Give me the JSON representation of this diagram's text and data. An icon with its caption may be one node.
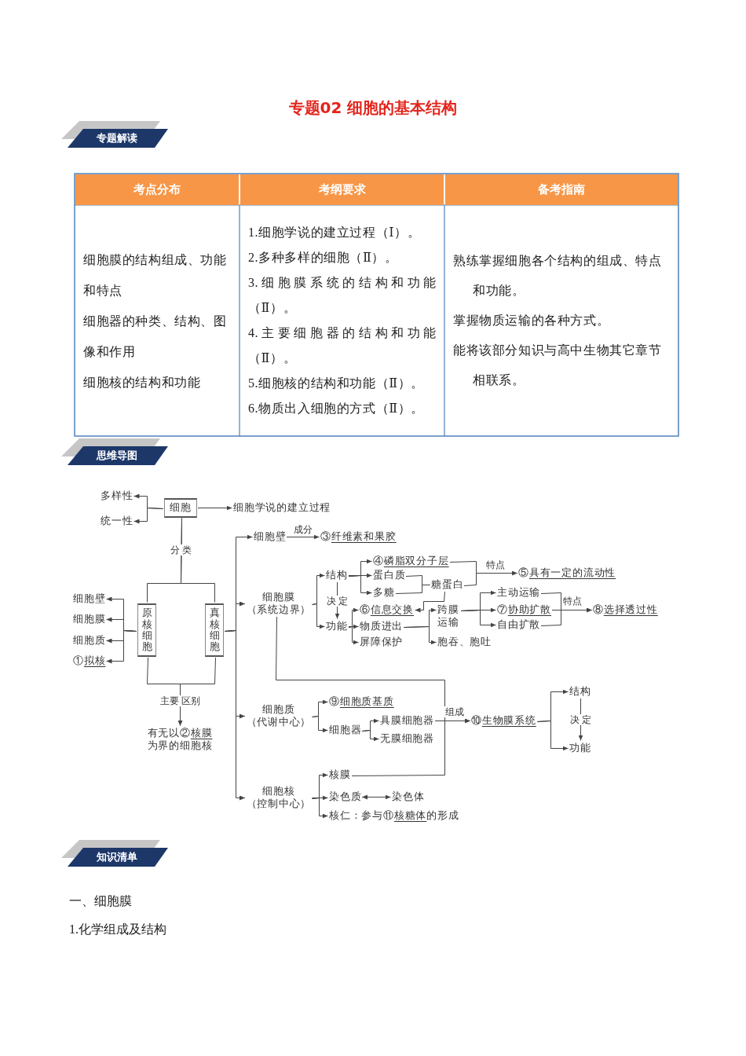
{
  "diagram": {
    "title": "专题02 细胞的基本结构",
    "nodes": [
      {
        "text": [
          "细胞"
        ]
      },
      {
        "text": [
          "多样性"
        ]
      },
      {
        "text": [
          "统一性"
        ]
      },
      {
        "text": [
          "细胞学说的建立过程"
        ]
      },
      {
        "text": [
          "原核细胞"
        ]
      },
      {
        "text": [
          "真核细胞"
        ]
      },
      {
        "text": [
          "细胞壁"
        ]
      },
      {
        "text": [
          "细胞膜"
        ]
      },
      {
        "text": [
          "细胞质"
        ]
      },
      {
        "text": [
          "①拟核"
        ]
      },
      {
        "text": [
          "有无以②核膜为界的细胞核"
        ]
      },
      {
        "text": [
          "细胞壁"
        ]
      },
      {
        "text": [
          "③纤维素和果胶"
        ]
      },
      {
        "text": [
          "细胞膜",
          "（系统边界）"
        ]
      },
      {
        "text": [
          "结构"
        ]
      },
      {
        "text": [
          "功能"
        ]
      },
      {
        "text": [
          "④磷脂双分子层"
        ]
      },
      {
        "text": [
          "蛋白质"
        ]
      },
      {
        "text": [
          "多糖"
        ]
      },
      {
        "text": [
          "糖蛋白"
        ]
      },
      {
        "text": [
          "⑤具有一定的流动性"
        ]
      },
      {
        "text": [
          "⑥信息交换"
        ]
      },
      {
        "text": [
          "物质进出"
        ]
      },
      {
        "text": [
          "屏障保护"
        ]
      },
      {
        "text": [
          "跨膜运输"
        ]
      },
      {
        "text": [
          "胞吞、胞吐"
        ]
      },
      {
        "text": [
          "主动运输"
        ]
      },
      {
        "text": [
          "⑦协助扩散"
        ]
      },
      {
        "text": [
          "自由扩散"
        ]
      },
      {
        "text": [
          "⑧选择透过性"
        ]
      },
      {
        "text": [
          "细胞质",
          "（代谢中心）"
        ]
      },
      {
        "text": [
          "⑨细胞质基质"
        ]
      },
      {
        "text": [
          "细胞器"
        ]
      },
      {
        "text": [
          "具膜细胞器"
        ]
      },
      {
        "text": [
          "无膜细胞器"
        ]
      },
      {
        "text": [
          "⑩生物膜系统"
        ]
      },
      {
        "text": [
          "结构"
        ]
      },
      {
        "text": [
          "功能"
        ]
      },
      {
        "text": [
          "细胞核",
          "（控制中心）"
        ]
      },
      {
        "text": [
          "核膜"
        ]
      },
      {
        "text": [
          "染色质"
        ]
      },
      {
        "text": [
          "染色体"
        ]
      },
      {
        "text": [
          "核仁：参与⑪核糖体的形成"
        ]
      }
    ],
    "edges": [
      {
        "from": 0,
        "to": 1,
        "arrow": "to"
      },
      {
        "from": 0,
        "to": 2,
        "arrow": "to"
      },
      {
        "from": 0,
        "to": 3,
        "arrow": "to"
      },
      {
        "from": 0,
        "to": 4,
        "arrow": "none",
        "label": "分 类"
      },
      {
        "from": 0,
        "to": 5,
        "arrow": "none"
      },
      {
        "from": 4,
        "to": 6,
        "arrow": "to"
      },
      {
        "from": 4,
        "to": 7,
        "arrow": "to"
      },
      {
        "from": 4,
        "to": 8,
        "arrow": "to"
      },
      {
        "from": 4,
        "to": 9,
        "arrow": "to"
      },
      {
        "from": 4,
        "to": 10,
        "arrow": "to",
        "label": "主要 区别"
      },
      {
        "from": 5,
        "to": 10,
        "arrow": "to"
      },
      {
        "from": 5,
        "to": 11,
        "arrow": "to"
      },
      {
        "from": 5,
        "to": 13,
        "arrow": "to"
      },
      {
        "from": 5,
        "to": 30,
        "arrow": "to"
      },
      {
        "from": 5,
        "to": 38,
        "arrow": "to"
      },
      {
        "from": 11,
        "to": 12,
        "arrow": "to",
        "label": "成分"
      },
      {
        "from": 13,
        "to": 14,
        "arrow": "to"
      },
      {
        "from": 13,
        "to": 15,
        "arrow": "to"
      },
      {
        "from": 14,
        "to": 15,
        "arrow": "to",
        "label": "决 定"
      },
      {
        "from": 14,
        "to": 16,
        "arrow": "to"
      },
      {
        "from": 14,
        "to": 17,
        "arrow": "to"
      },
      {
        "from": 14,
        "to": 18,
        "arrow": "to"
      },
      {
        "from": 17,
        "to": 19,
        "arrow": "none"
      },
      {
        "from": 18,
        "to": 19,
        "arrow": "none"
      },
      {
        "from": 16,
        "to": 20,
        "arrow": "to",
        "label": "特点"
      },
      {
        "from": 19,
        "to": 20,
        "arrow": "to"
      },
      {
        "from": 19,
        "to": 21,
        "arrow": "to"
      },
      {
        "from": 15,
        "to": 21,
        "arrow": "to"
      },
      {
        "from": 15,
        "to": 22,
        "arrow": "to"
      },
      {
        "from": 15,
        "to": 23,
        "arrow": "to"
      },
      {
        "from": 22,
        "to": 24,
        "arrow": "to"
      },
      {
        "from": 22,
        "to": 25,
        "arrow": "to"
      },
      {
        "from": 24,
        "to": 26,
        "arrow": "to"
      },
      {
        "from": 24,
        "to": 27,
        "arrow": "to"
      },
      {
        "from": 24,
        "to": 28,
        "arrow": "to"
      },
      {
        "from": 26,
        "to": 29,
        "arrow": "to"
      },
      {
        "from": 27,
        "to": 29,
        "arrow": "to",
        "label": "特点"
      },
      {
        "from": 28,
        "to": 29,
        "arrow": "to"
      },
      {
        "from": 13,
        "to": 35,
        "arrow": "to"
      },
      {
        "from": 30,
        "to": 31,
        "arrow": "to"
      },
      {
        "from": 30,
        "to": 32,
        "arrow": "to"
      },
      {
        "from": 32,
        "to": 33,
        "arrow": "to"
      },
      {
        "from": 32,
        "to": 34,
        "arrow": "to"
      },
      {
        "from": 33,
        "to": 35,
        "arrow": "to",
        "label": "组成"
      },
      {
        "from": 39,
        "to": 35,
        "arrow": "to"
      },
      {
        "from": 35,
        "to": 36,
        "arrow": "to"
      },
      {
        "from": 35,
        "to": 37,
        "arrow": "to"
      },
      {
        "from": 36,
        "to": 37,
        "arrow": "to",
        "label": "决 定"
      },
      {
        "from": 38,
        "to": 39,
        "arrow": "to"
      },
      {
        "from": 38,
        "to": 40,
        "arrow": "to"
      },
      {
        "from": 38,
        "to": 42,
        "arrow": "to"
      },
      {
        "from": 40,
        "to": 41,
        "arrow": "both"
      }
    ],
    "labels": [
      "专题解读",
      "考点分布",
      "考纲要求",
      "备考指南",
      "细胞膜的结构组成、功能和特点",
      "细胞器的种类、结构、图像和作用",
      "细胞核的结构和功能",
      "1.细胞学说的建立过程（Ⅰ）。",
      "2.多种多样的细胞（Ⅱ）。",
      "3.细胞膜系统的结构和功能（Ⅱ）。",
      "4.主要细胞器的结构和功能（Ⅱ）。",
      "5.细胞核的结构和功能（Ⅱ）。",
      "6.物质出入细胞的方式（Ⅱ）。",
      "熟练掌握细胞各个结构的组成、特点和功能。",
      "掌握物质运输的各种方式。",
      "能将该部分知识与高中生物其它章节相联系。",
      "思维导图",
      "知识清单",
      "一、细胞膜",
      "1.化学组成及结构"
    ]
  }
}
